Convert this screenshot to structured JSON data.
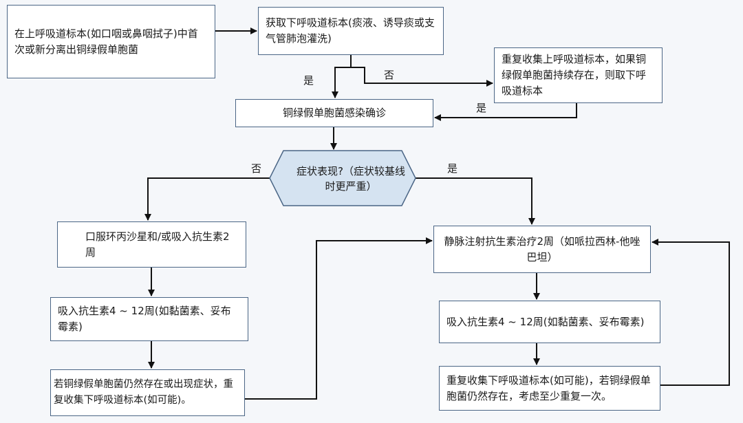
{
  "nodes": {
    "initial_isolation": "在上呼吸道标本(如口咽或鼻咽拭子)中首次或新分离出铜绿假单胞菌",
    "get_lower_sample": "获取下呼吸道标本(痰液、诱导痰或支气管肺泡灌洗)",
    "repeat_upper": "重复收集上呼吸道标本，如果铜绿假单胞菌持续存在，则取下呼吸道标本",
    "confirm_infection": "铜绿假单胞菌感染确诊",
    "symptoms_decision": "症状表现?（症状较基线时更严重）",
    "oral_cipro": "口服环丙沙星和/或吸入抗生素2周",
    "inhaled_left": "吸入抗生素4 ~ 12周(如黏菌素、妥布霉素)",
    "persist_left": "若铜绿假单胞菌仍然存在或出现症状，重复收集下呼吸道标本(如可能)。",
    "iv_antibiotics": "静脉注射抗生素治疗2周（如哌拉西林-他唑巴坦）",
    "inhaled_right": "吸入抗生素4 ~ 12周(如黏菌素、妥布霉素)",
    "persist_right": "重复收集下呼吸道标本(如可能)，若铜绿假单胞菌仍然存在，考虑至少重复一次。"
  },
  "edge_labels": {
    "yes_1": "是",
    "no_1": "否",
    "yes_2": "是",
    "no_2": "否",
    "yes_3": "是"
  }
}
